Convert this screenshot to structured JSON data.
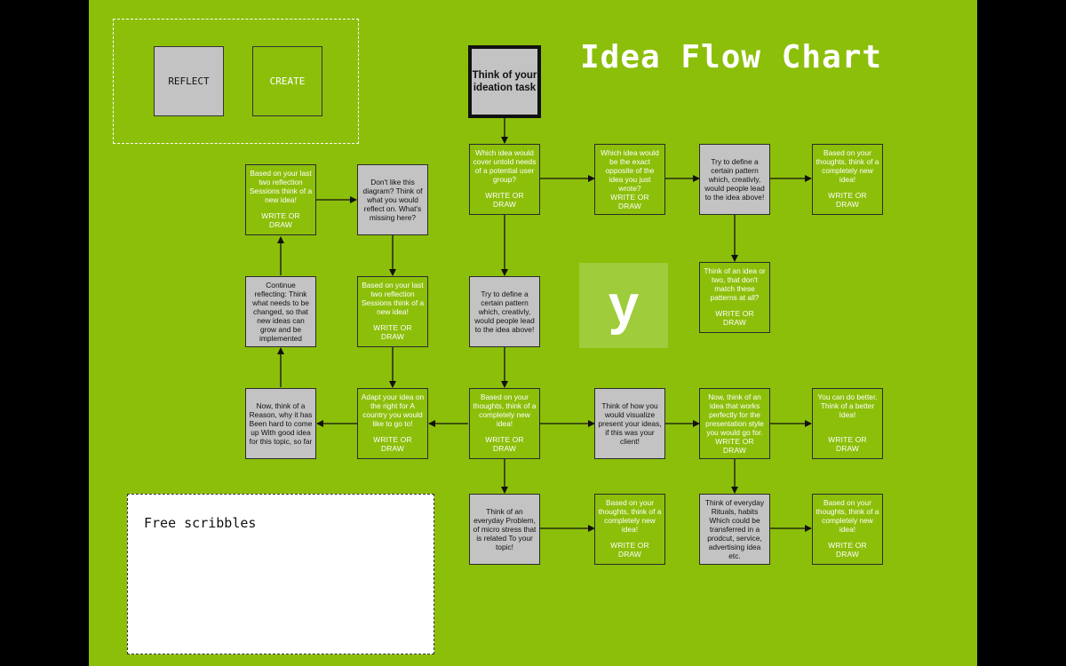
{
  "title": "Idea Flow Chart",
  "legend": {
    "reflect": "REFLECT",
    "create": "CREATE"
  },
  "start": "Think of your ideation task",
  "write_or_draw": "WRITE OR DRAW",
  "nodes": {
    "n1": "Which idea would cover untold needs of a potential user group?",
    "n2": "Which idea would be the exact opposite of the idea you just wrote?",
    "n3": "Try to define a certain pattern which, creativly, would people lead to the idea above!",
    "n4": "Based on your thoughts, think of a completely new idea!",
    "n5": "Think of an idea or two, that don't match these patterns at all?",
    "n6": "Try to define a certain pattern which, creativly, would people lead to the idea above!",
    "n7": "Based on your thoughts, think of a completely new idea!",
    "n8": "Think of how you would visualize present your ideas, if this was your client!",
    "n9": "Now, think of an idea that works perfectly for the presentation style you would go for.",
    "n10": "You can do better. Think of a better Idea!",
    "n11": "Think of an everyday Problem, of micro stress that is related To your topic!",
    "n12": "Based on your thoughts, think of a completely new idea!",
    "n13": "Think of everyday Rituals, habits Which could be transferred in a prodcut, service, advertising idea etc.",
    "n14": "Based on your thoughts, think of a completely new idea!",
    "n15": "Adapt your idea on the right for A country you would like to go to!",
    "n16": "Now, think of a Reason, why it has Been hard to come up With good idea for this topic, so far",
    "n17": "Continue reflecting: Think what needs to be changed, so that new ideas can grow and be implemented",
    "n18": "Based on your last two reflection Sessions think of a new idea!",
    "n19": "Don't like this diagram? Think of what you would reflect on. What's missing here?",
    "n20": "Based on your last two reflection Sessions think of a new idea!"
  },
  "scribble_label": "Free scribbles",
  "logo": "y",
  "colors": {
    "background": "#8cbf0a",
    "reflect": "#c3c3c3",
    "create": "#8cbf0a",
    "frame": "#000000"
  }
}
